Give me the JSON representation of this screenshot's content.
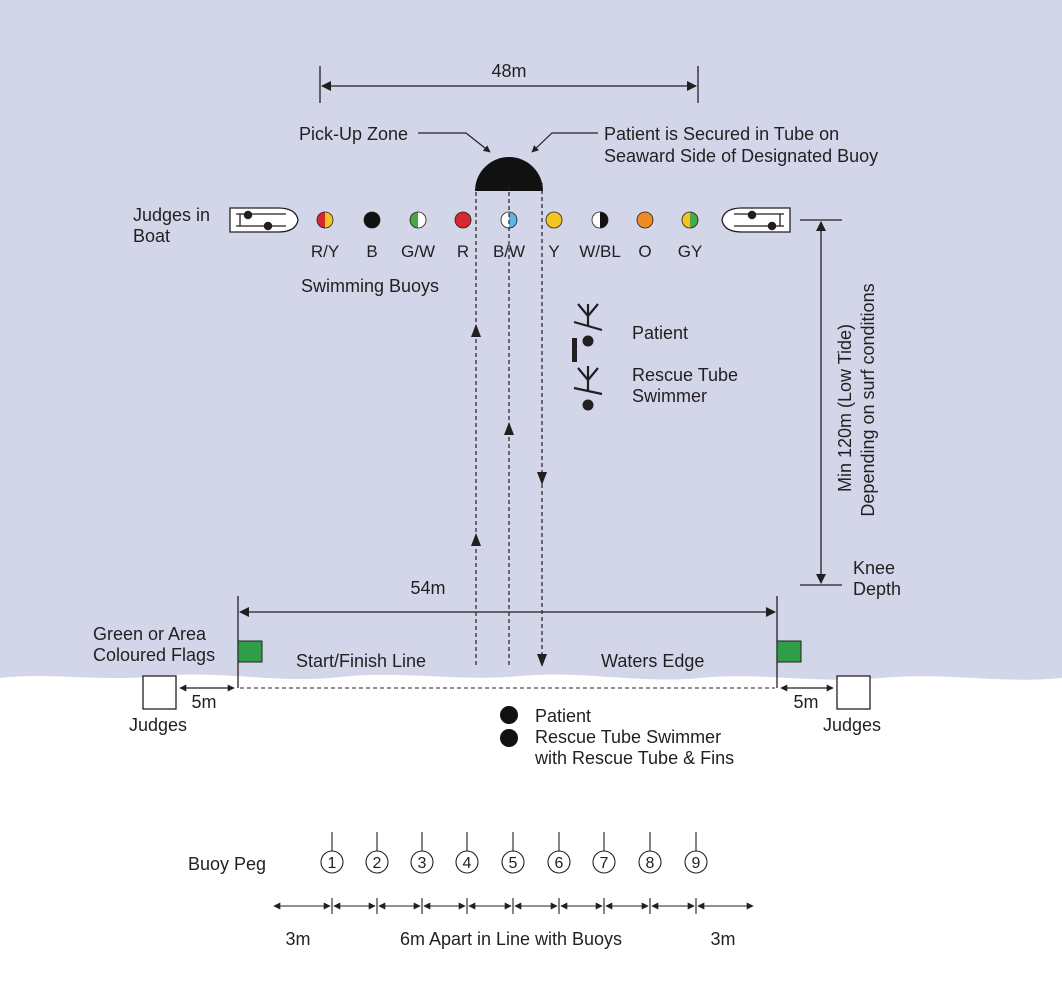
{
  "diagram": {
    "dimension_top": "48m",
    "dimension_mid": "54m",
    "pickup_zone": "Pick-Up Zone",
    "patient_secured_line1": "Patient is Secured in Tube on",
    "patient_secured_line2": "Seaward Side of Designated Buoy",
    "judges_boat_line1": "Judges in",
    "judges_boat_line2": "Boat",
    "buoys": [
      {
        "label": "R/Y",
        "left_color": "#d8272e",
        "right_color": "#f2c524"
      },
      {
        "label": "B",
        "left_color": "#111111",
        "right_color": "#111111"
      },
      {
        "label": "G/W",
        "left_color": "#4aa844",
        "right_color": "#ffffff"
      },
      {
        "label": "R",
        "left_color": "#d8272e",
        "right_color": "#d8272e"
      },
      {
        "label": "B/W",
        "left_color": "#ffffff",
        "right_color": "#5db5e6"
      },
      {
        "label": "Y",
        "left_color": "#f2c524",
        "right_color": "#f2c524"
      },
      {
        "label": "W/BL",
        "left_color": "#ffffff",
        "right_color": "#111111"
      },
      {
        "label": "O",
        "left_color": "#f08a24",
        "right_color": "#f08a24"
      },
      {
        "label": "GY",
        "left_color": "#f2c524",
        "right_color": "#4aa844"
      }
    ],
    "swimming_buoys": "Swimming Buoys",
    "legend_patient": "Patient",
    "legend_swimmer_line1": "Rescue Tube",
    "legend_swimmer_line2": "Swimmer",
    "depth_line1": "Min 120m (Low Tide)",
    "depth_line2": "Depending on surf conditions",
    "knee_line1": "Knee",
    "knee_line2": "Depth",
    "flags_line1": "Green or Area",
    "flags_line2": "Coloured Flags",
    "start_finish": "Start/Finish Line",
    "waters_edge": "Waters Edge",
    "five_m_left": "5m",
    "five_m_right": "5m",
    "judges_left": "Judges",
    "judges_right": "Judges",
    "beach_patient": "Patient",
    "beach_swimmer_line1": "Rescue Tube Swimmer",
    "beach_swimmer_line2": "with Rescue Tube & Fins",
    "buoy_peg": "Buoy Peg",
    "pegs": [
      "1",
      "2",
      "3",
      "4",
      "5",
      "6",
      "7",
      "8",
      "9"
    ],
    "three_m_left": "3m",
    "six_m_apart": "6m Apart in Line with Buoys",
    "three_m_right": "3m"
  },
  "colors": {
    "water": "#d3d5e9",
    "sand": "#ffffff",
    "ink": "#231f20",
    "flag": "#2e9f48"
  }
}
